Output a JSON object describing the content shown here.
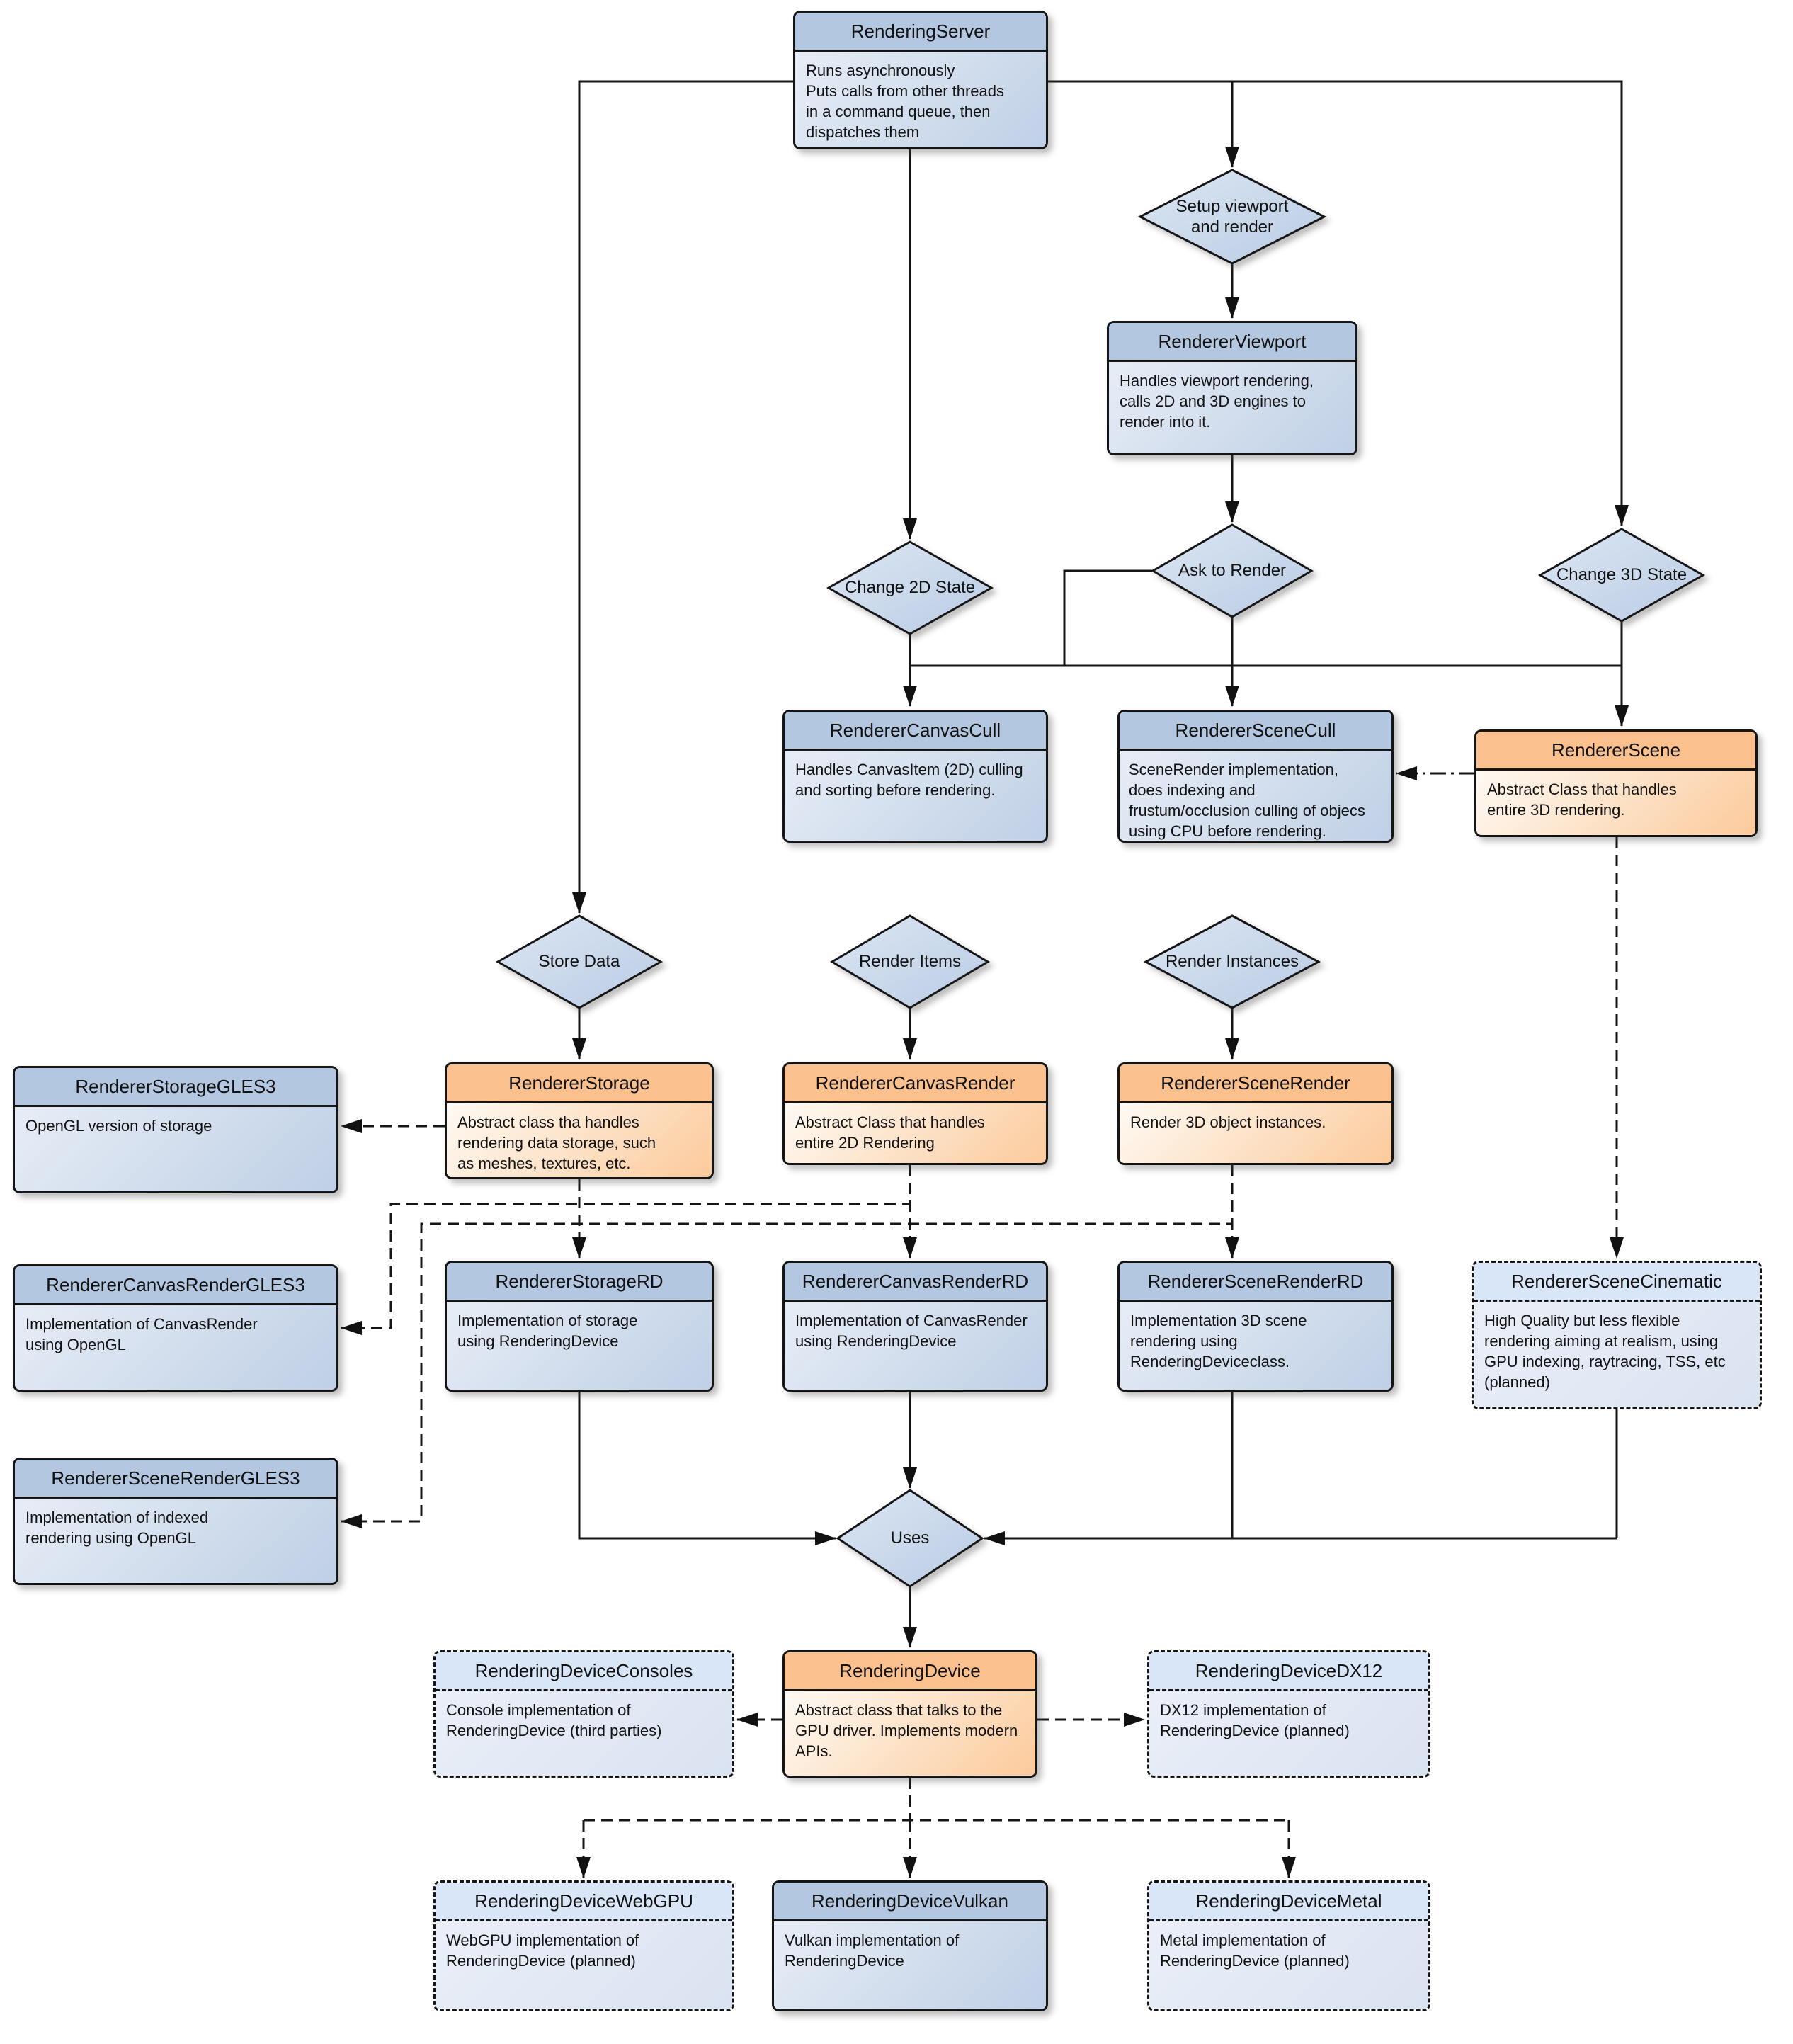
{
  "palette": {
    "class_header_blue": "#b4c7e0",
    "class_body_blue_light": "#e7edf6",
    "class_body_blue_dark": "#b9cbe3",
    "abstract_header_orange": "#fac08d",
    "abstract_body_orange_light": "#fefaf4",
    "abstract_body_orange_dark": "#fbc28c",
    "planned_header_blue": "#d9e6f8",
    "planned_body_light": "#eaeff8",
    "planned_body_dark": "#d8e1f0",
    "line_stroke": "#151515",
    "background": "#ffffff"
  },
  "decisions": {
    "setup_viewport": {
      "label": "Setup viewport\nand render"
    },
    "change_2d_state": {
      "label": "Change 2D State"
    },
    "ask_to_render": {
      "label": "Ask to Render"
    },
    "change_3d_state": {
      "label": "Change 3D State"
    },
    "store_data": {
      "label": "Store Data"
    },
    "render_items": {
      "label": "Render Items"
    },
    "render_instances": {
      "label": "Render Instances"
    },
    "uses": {
      "label": "Uses"
    }
  },
  "nodes": {
    "rendering_server": {
      "title": "RenderingServer",
      "body": "Runs asynchronously\nPuts calls from other threads\nin a command queue, then\ndispatches them"
    },
    "renderer_viewport": {
      "title": "RendererViewport",
      "body": "Handles viewport rendering,\ncalls 2D and 3D engines to\nrender into it."
    },
    "renderer_canvas_cull": {
      "title": "RendererCanvasCull",
      "body": "Handles CanvasItem (2D) culling\nand sorting before rendering."
    },
    "renderer_scene_cull": {
      "title": "RendererSceneCull",
      "body": "SceneRender implementation,\ndoes indexing and\nfrustum/occlusion culling of objecs\nusing CPU before rendering."
    },
    "renderer_scene": {
      "title": "RendererScene",
      "body": "Abstract Class that handles\nentire 3D rendering."
    },
    "renderer_storage_gles3": {
      "title": "RendererStorageGLES3",
      "body": "OpenGL version of storage"
    },
    "renderer_storage": {
      "title": "RendererStorage",
      "body": "Abstract class tha handles\nrendering data storage, such\nas meshes, textures, etc."
    },
    "renderer_canvas_render": {
      "title": "RendererCanvasRender",
      "body": "Abstract Class that handles\nentire 2D Rendering"
    },
    "renderer_scene_render": {
      "title": "RendererSceneRender",
      "body": "Render 3D object instances."
    },
    "renderer_canvas_render_gles3": {
      "title": "RendererCanvasRenderGLES3",
      "body": "Implementation of CanvasRender\nusing OpenGL"
    },
    "renderer_storage_rd": {
      "title": "RendererStorageRD",
      "body": "Implementation of storage\nusing RenderingDevice"
    },
    "renderer_canvas_render_rd": {
      "title": "RendererCanvasRenderRD",
      "body": "Implementation of CanvasRender\nusing RenderingDevice"
    },
    "renderer_scene_render_rd": {
      "title": "RendererSceneRenderRD",
      "body": "Implementation 3D scene\nrendering using\nRenderingDeviceclass."
    },
    "renderer_scene_cinematic": {
      "title": "RendererSceneCinematic",
      "body": "High Quality but less flexible\nrendering aiming at realism, using\nGPU indexing, raytracing, TSS, etc\n(planned)"
    },
    "renderer_scene_render_gles3": {
      "title": "RendererSceneRenderGLES3",
      "body": "Implementation of indexed\nrendering using OpenGL"
    },
    "rendering_device_consoles": {
      "title": "RenderingDeviceConsoles",
      "body": "Console implementation of\nRenderingDevice (third parties)"
    },
    "rendering_device": {
      "title": "RenderingDevice",
      "body": "Abstract class that talks to the\nGPU driver. Implements modern\nAPIs."
    },
    "rendering_device_dx12": {
      "title": "RenderingDeviceDX12",
      "body": "DX12 implementation of\nRenderingDevice (planned)"
    },
    "rendering_device_webgpu": {
      "title": "RenderingDeviceWebGPU",
      "body": "WebGPU implementation of\nRenderingDevice (planned)"
    },
    "rendering_device_vulkan": {
      "title": "RenderingDeviceVulkan",
      "body": "Vulkan implementation of\nRenderingDevice"
    },
    "rendering_device_metal": {
      "title": "RenderingDeviceMetal",
      "body": "Metal implementation of\nRenderingDevice (planned)"
    }
  }
}
